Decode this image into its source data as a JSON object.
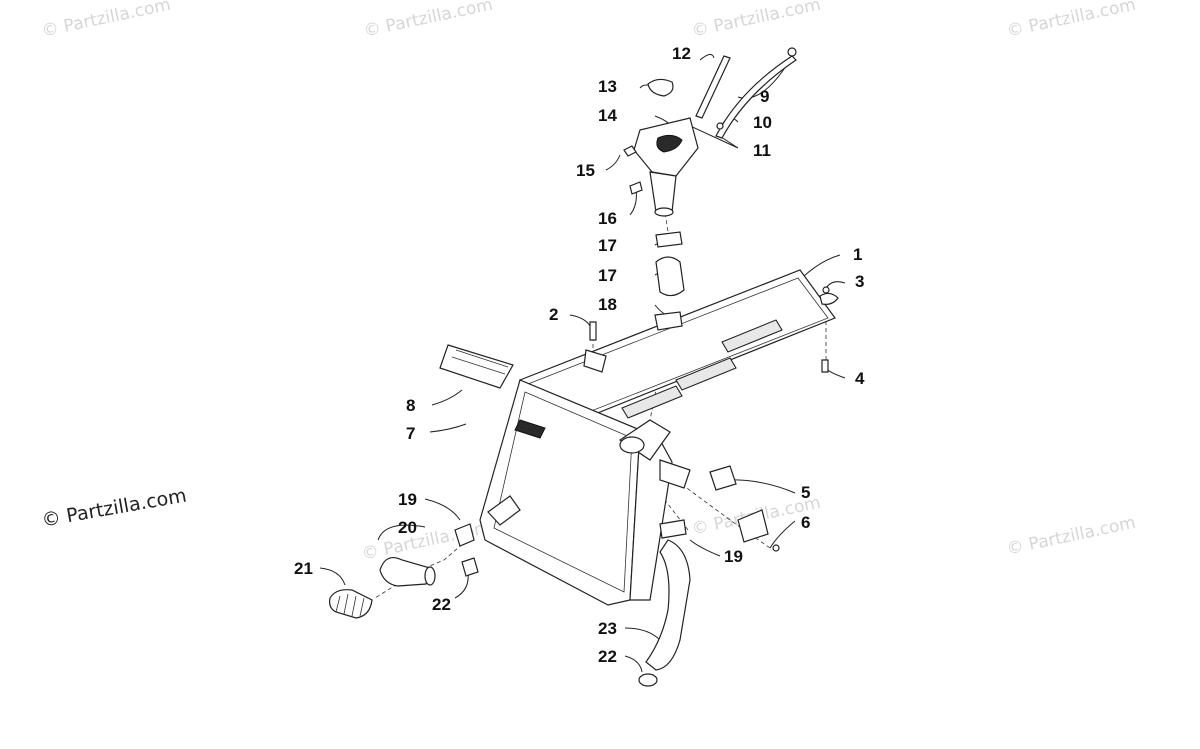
{
  "watermark_text": "© Partzilla.com",
  "copyright_text": "© Partzilla.com",
  "callouts": [
    {
      "id": "1",
      "label": "1"
    },
    {
      "id": "2",
      "label": "2"
    },
    {
      "id": "3",
      "label": "3"
    },
    {
      "id": "4",
      "label": "4"
    },
    {
      "id": "5",
      "label": "5"
    },
    {
      "id": "6",
      "label": "6"
    },
    {
      "id": "7",
      "label": "7"
    },
    {
      "id": "8",
      "label": "8"
    },
    {
      "id": "9",
      "label": "9"
    },
    {
      "id": "10",
      "label": "10"
    },
    {
      "id": "11",
      "label": "11"
    },
    {
      "id": "12",
      "label": "12"
    },
    {
      "id": "13",
      "label": "13"
    },
    {
      "id": "14",
      "label": "14"
    },
    {
      "id": "15",
      "label": "15"
    },
    {
      "id": "16",
      "label": "16"
    },
    {
      "id": "17a",
      "label": "17"
    },
    {
      "id": "17b",
      "label": "17"
    },
    {
      "id": "18",
      "label": "18"
    },
    {
      "id": "19a",
      "label": "19"
    },
    {
      "id": "19b",
      "label": "19"
    },
    {
      "id": "20",
      "label": "20"
    },
    {
      "id": "21",
      "label": "21"
    },
    {
      "id": "22a",
      "label": "22"
    },
    {
      "id": "22b",
      "label": "22"
    },
    {
      "id": "23",
      "label": "23"
    }
  ]
}
